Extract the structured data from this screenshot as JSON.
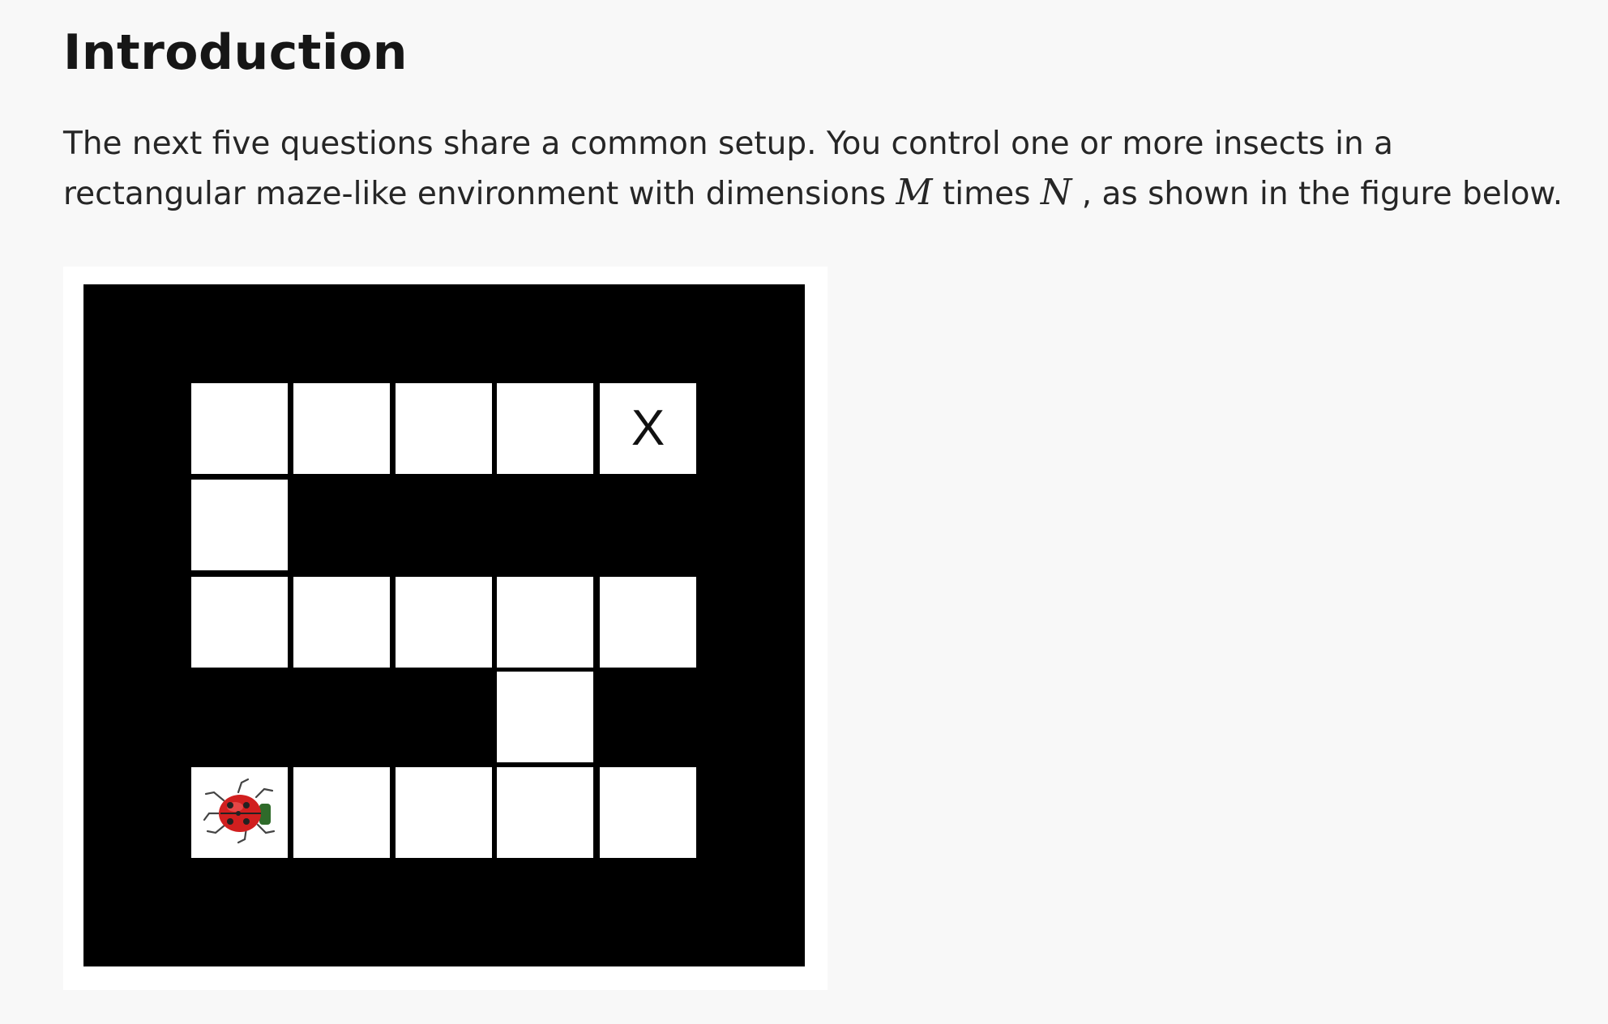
{
  "heading": "Introduction",
  "intro": {
    "text_before_m": "The next five questions share a common setup. You control one or more insects in a rectangular maze-like environment with dimensions ",
    "var_m": "M",
    "text_times": " times ",
    "var_n": "N",
    "text_after_n": " , as shown in the figure below."
  },
  "maze": {
    "goal_label": "X",
    "open_cells": [
      {
        "row": 0,
        "col": 0
      },
      {
        "row": 0,
        "col": 1
      },
      {
        "row": 0,
        "col": 2
      },
      {
        "row": 0,
        "col": 3
      },
      {
        "row": 0,
        "col": 4,
        "goal": true
      },
      {
        "row": 1,
        "col": 0
      },
      {
        "row": 2,
        "col": 0
      },
      {
        "row": 2,
        "col": 1
      },
      {
        "row": 2,
        "col": 2
      },
      {
        "row": 2,
        "col": 3
      },
      {
        "row": 2,
        "col": 4
      },
      {
        "row": 3,
        "col": 3
      },
      {
        "row": 4,
        "col": 0,
        "insect": true
      },
      {
        "row": 4,
        "col": 1
      },
      {
        "row": 4,
        "col": 2
      },
      {
        "row": 4,
        "col": 3
      },
      {
        "row": 4,
        "col": 4
      }
    ],
    "insect_icon": "ladybug-icon",
    "wall_color": "#000000",
    "open_color": "#ffffff"
  }
}
